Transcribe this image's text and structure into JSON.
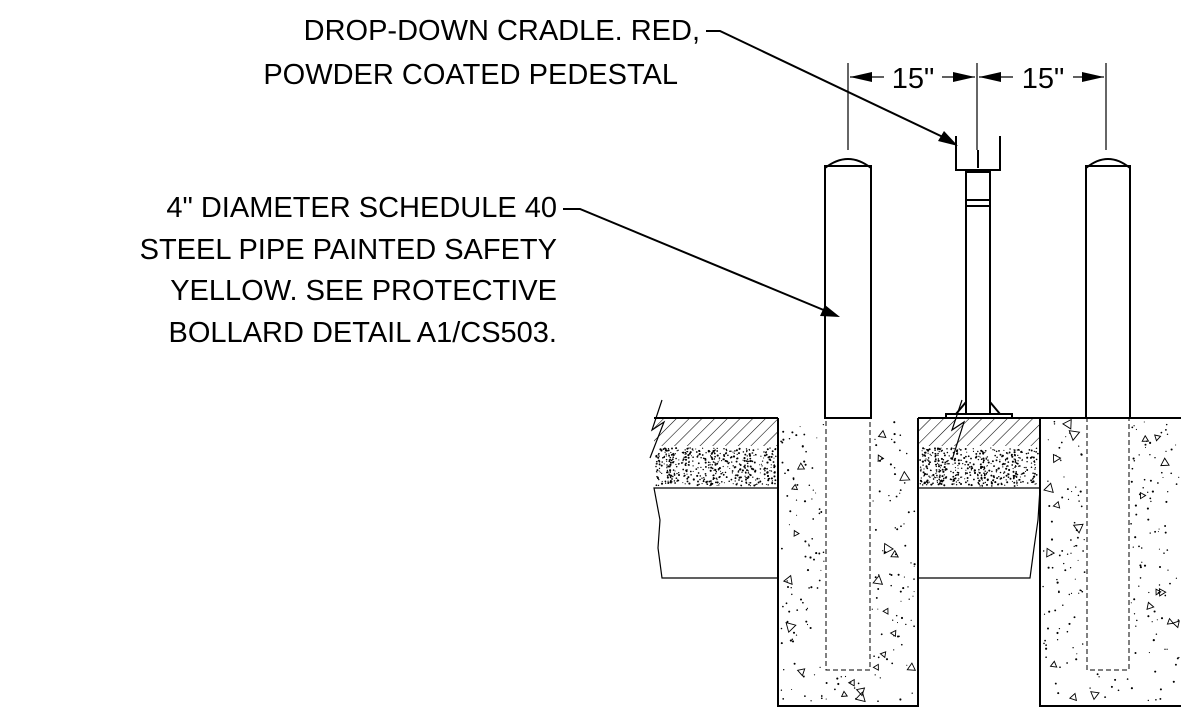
{
  "notes": {
    "cradle": {
      "line1": "DROP-DOWN CRADLE. RED,",
      "line2": "POWDER COATED PEDESTAL"
    },
    "pipe": {
      "line1": "4\" DIAMETER SCHEDULE 40",
      "line2": "STEEL PIPE PAINTED SAFETY",
      "line3": "YELLOW. SEE PROTECTIVE",
      "line4": "BOLLARD DETAIL A1/CS503."
    }
  },
  "dimensions": {
    "left": "15\"",
    "right": "15\""
  }
}
